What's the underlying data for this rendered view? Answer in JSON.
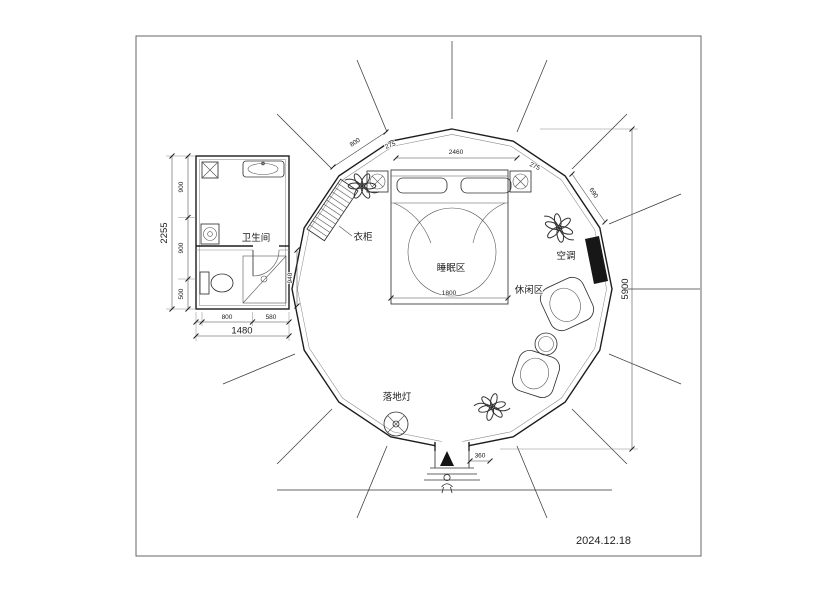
{
  "frame": {
    "date": "2024.12.18"
  },
  "labels": {
    "bathroom": "卫生间",
    "wardrobe": "衣柜",
    "sleeping_area": "睡眠区",
    "air_conditioner": "空调",
    "leisure_area": "休闲区",
    "floor_lamp": "落地灯"
  },
  "dimensions": {
    "left_total": "2255",
    "left_seg_1": "900",
    "left_seg_2": "900",
    "left_seg_3": "500",
    "bath_width_total": "1480",
    "bath_width_seg_1": "800",
    "bath_width_seg_2": "580",
    "overall_height": "5900",
    "top_edge_left": "800",
    "top_offset_left": "275",
    "top_span": "2460",
    "top_offset_right": "275",
    "top_edge_right": "690",
    "bed_width": "1800",
    "passage_width": "940",
    "entrance_width": "360"
  }
}
